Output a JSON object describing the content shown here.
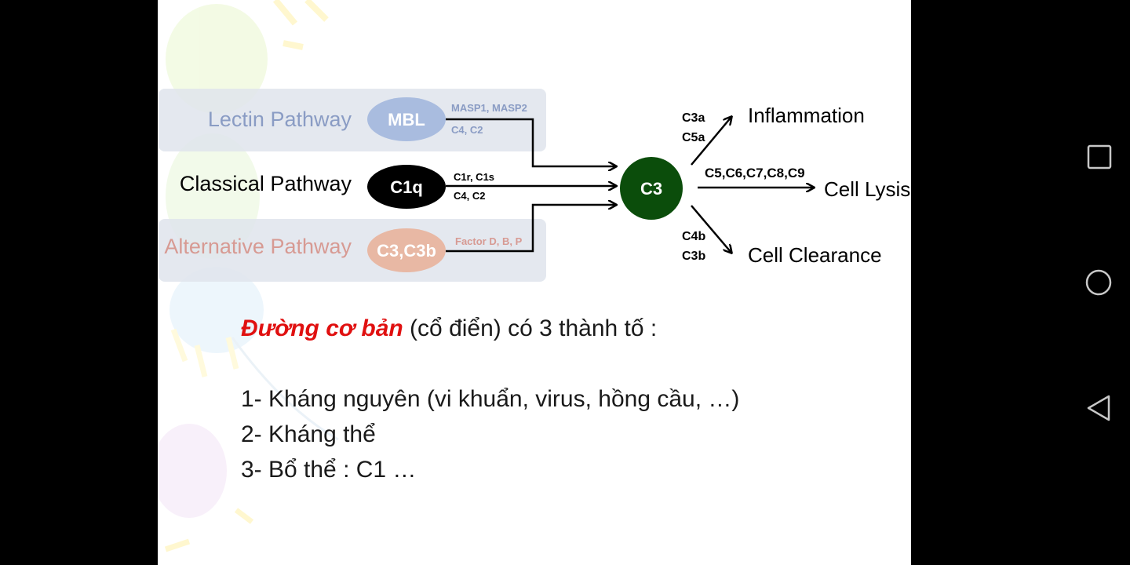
{
  "diagram": {
    "lectin": {
      "label": "Lectin Pathway",
      "node": "MBL",
      "enzymes_top": "MASP1, MASP2",
      "enzymes_bottom": "C4, C2"
    },
    "classical": {
      "label": "Classical Pathway",
      "node": "C1q",
      "enzymes_top": "C1r, C1s",
      "enzymes_bottom": "C4, C2"
    },
    "alternative": {
      "label": "Alternative Pathway",
      "node": "C3,C3b",
      "enzymes": "Factor D, B, P"
    },
    "center": "C3",
    "outputs": {
      "inflammation": {
        "label": "Inflammation",
        "factor_top": "C3a",
        "factor_bottom": "C5a"
      },
      "lysis": {
        "label": "Cell Lysis",
        "factors": "C5,C6,C7,C8,C9"
      },
      "clearance": {
        "label": "Cell Clearance",
        "factor_top": "C4b",
        "factor_bottom": "C3b"
      }
    }
  },
  "text": {
    "heading_emph": "Đường cơ bản",
    "heading_rest": " (cổ điển) có 3 thành tố :",
    "items": [
      "1- Kháng nguyên (vi khuẩn, virus, hồng cầu, …)",
      "2- Kháng thể",
      "3- Bổ thể : C1 …"
    ]
  },
  "colors": {
    "center_node": "#0b4d0b",
    "mbl_node": "#a9bcdf",
    "c3c3b_node": "#e8b8a4",
    "emphasis": "#e01010",
    "side_background": "#000000"
  },
  "navigation": {
    "recents_icon": "square-icon",
    "home_icon": "circle-icon",
    "back_icon": "triangle-back-icon"
  }
}
